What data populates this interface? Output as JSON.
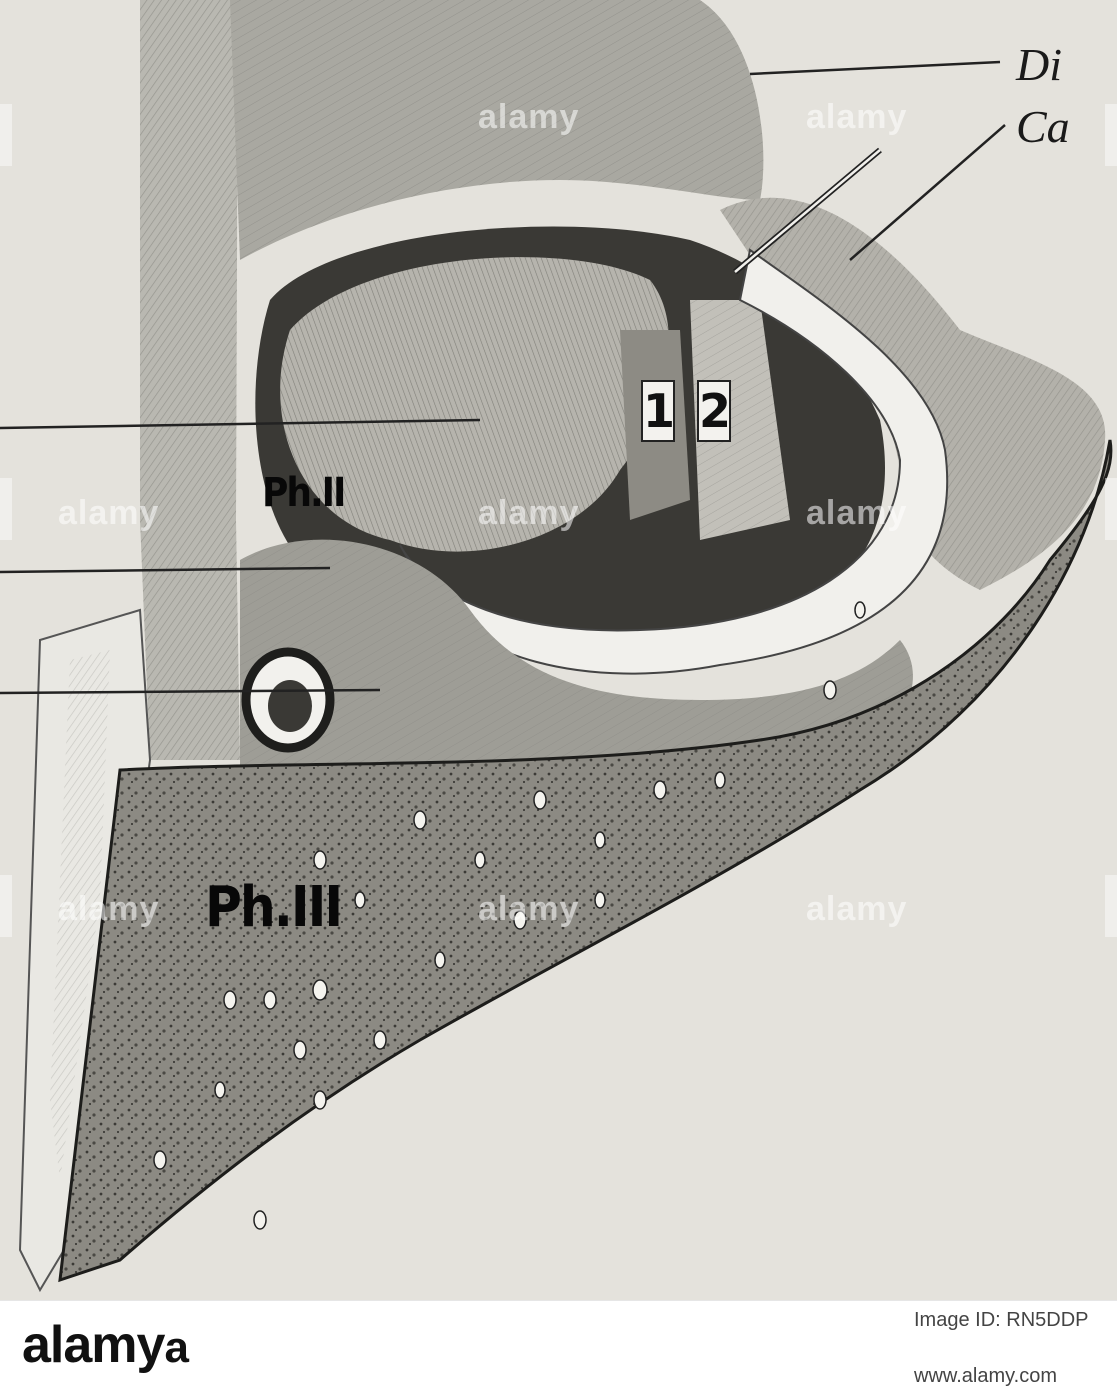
{
  "figure": {
    "labels": {
      "phalanx_second": "Ph.II",
      "phalanx_third": "Ph.III",
      "marker_1": "1",
      "marker_2": "2",
      "right_top": "Di",
      "right_second": "Ca"
    }
  },
  "watermark": {
    "text": "alamy"
  },
  "footer": {
    "brand": "alamy",
    "brand_suffix": "a",
    "image_id_label": "Image ID: RN5DDP",
    "image_id": "",
    "url": "www.alamy.com"
  },
  "colors": {
    "paper": "#e4e2dc",
    "ink": "#1a1a1a"
  }
}
